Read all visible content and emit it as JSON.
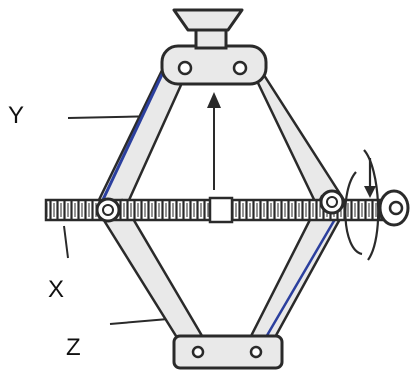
{
  "labels": {
    "y": "Y",
    "x": "X",
    "z": "Z"
  },
  "colors": {
    "ink": "#2a2a2a",
    "frame_fill": "#e9e9e9",
    "edge_accent": "#2b3f9e",
    "background": "#ffffff"
  },
  "parts": [
    "top-saddle",
    "top-block",
    "bottom-block",
    "left-upper-arm",
    "right-upper-arm",
    "left-lower-arm",
    "right-lower-arm",
    "lead-screw",
    "crank-eye",
    "lift-arrow",
    "rotation-arrow"
  ]
}
